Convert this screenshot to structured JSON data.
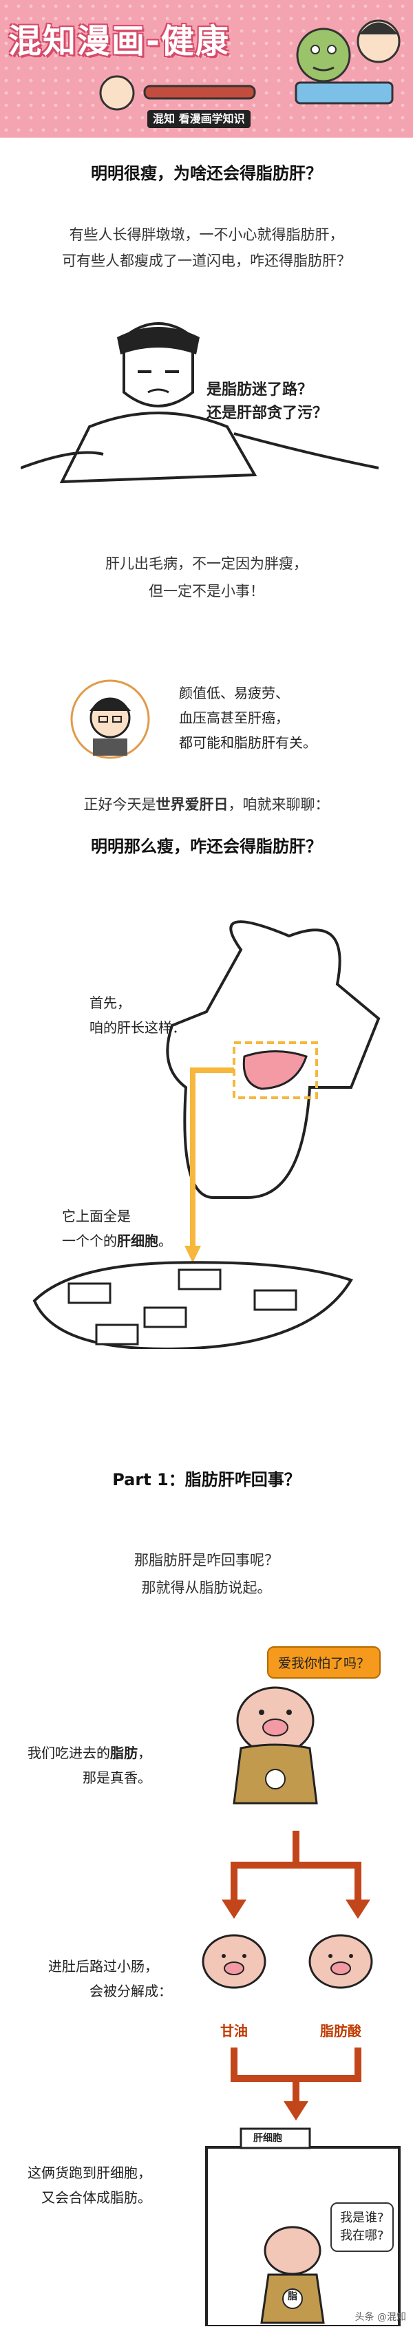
{
  "header": {
    "title": "混知漫画-健康",
    "brand": "混知 看漫画学知识"
  },
  "section1": {
    "heading": "明明很瘦，为啥还会得脂肪肝？",
    "intro1": "有些人长得胖墩墩，一不小心就得脂肪肝，",
    "intro2": "可有些人都瘦成了一道闪电，咋还得脂肪肝？",
    "bubble1": "是脂肪迷了路？",
    "bubble2": "还是肝部贪了污？",
    "para1": "肝儿出毛病，不一定因为胖瘦，",
    "para2": "但一定不是小事！",
    "note1": "颜值低、易疲劳、",
    "note2": "血压高甚至肝癌，",
    "note3": "都可能和脂肪肝有关。",
    "world_pre": "正好今天是",
    "world_bold": "世界爱肝日",
    "world_post": "，咱就来聊聊：",
    "subheading": "明明那么瘦，咋还会得脂肪肝？"
  },
  "liver": {
    "label1": "首先，",
    "label2": "咱的肝长这样：",
    "label3": "它上面全是",
    "label4_pre": "一个个的",
    "label4_bold": "肝细胞",
    "label4_post": "。"
  },
  "part1": {
    "heading": "Part 1：脂肪肝咋回事？",
    "p1": "那脂肪肝是咋回事呢？",
    "p2": "那就得从脂肪说起。",
    "speech_love": "爱我你怕了吗？",
    "eat1_pre": "我们吃进去的",
    "eat1_bold": "脂肪",
    "eat1_post": "，",
    "eat2": "那是真香。",
    "split1": "进肚后路过小肠，",
    "split2": "会被分解成：",
    "glycerol": "甘油",
    "fatty_acid": "脂肪酸",
    "run1": "这俩货跑到肝细胞，",
    "run2": "又会合体成脂肪。",
    "door_label": "肝细胞",
    "who1": "我是谁?",
    "who2": "我在哪?",
    "pig_badge": "脂",
    "footer": "头条 @混知"
  }
}
